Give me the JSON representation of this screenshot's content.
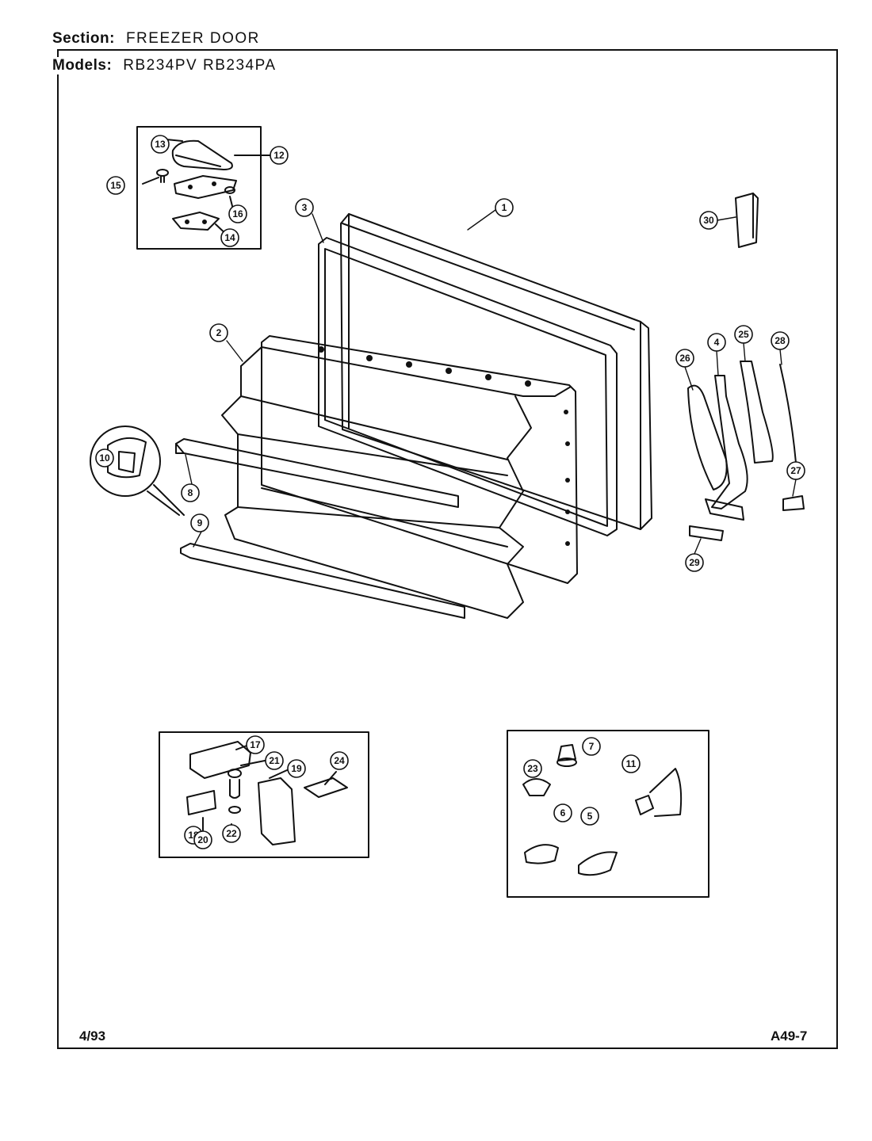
{
  "header": {
    "section_label": "Section:",
    "section_value": "FREEZER DOOR",
    "models_label": "Models:",
    "models_value": "RB234PV RB234PA"
  },
  "footer": {
    "date_code": "4/93",
    "page_code": "A49-7"
  },
  "callouts": [
    "1",
    "2",
    "3",
    "4",
    "5",
    "6",
    "7",
    "8",
    "9",
    "10",
    "11",
    "12",
    "13",
    "14",
    "15",
    "16",
    "17",
    "18",
    "19",
    "20",
    "21",
    "22",
    "23",
    "24",
    "25",
    "26",
    "27",
    "28",
    "29",
    "30"
  ]
}
